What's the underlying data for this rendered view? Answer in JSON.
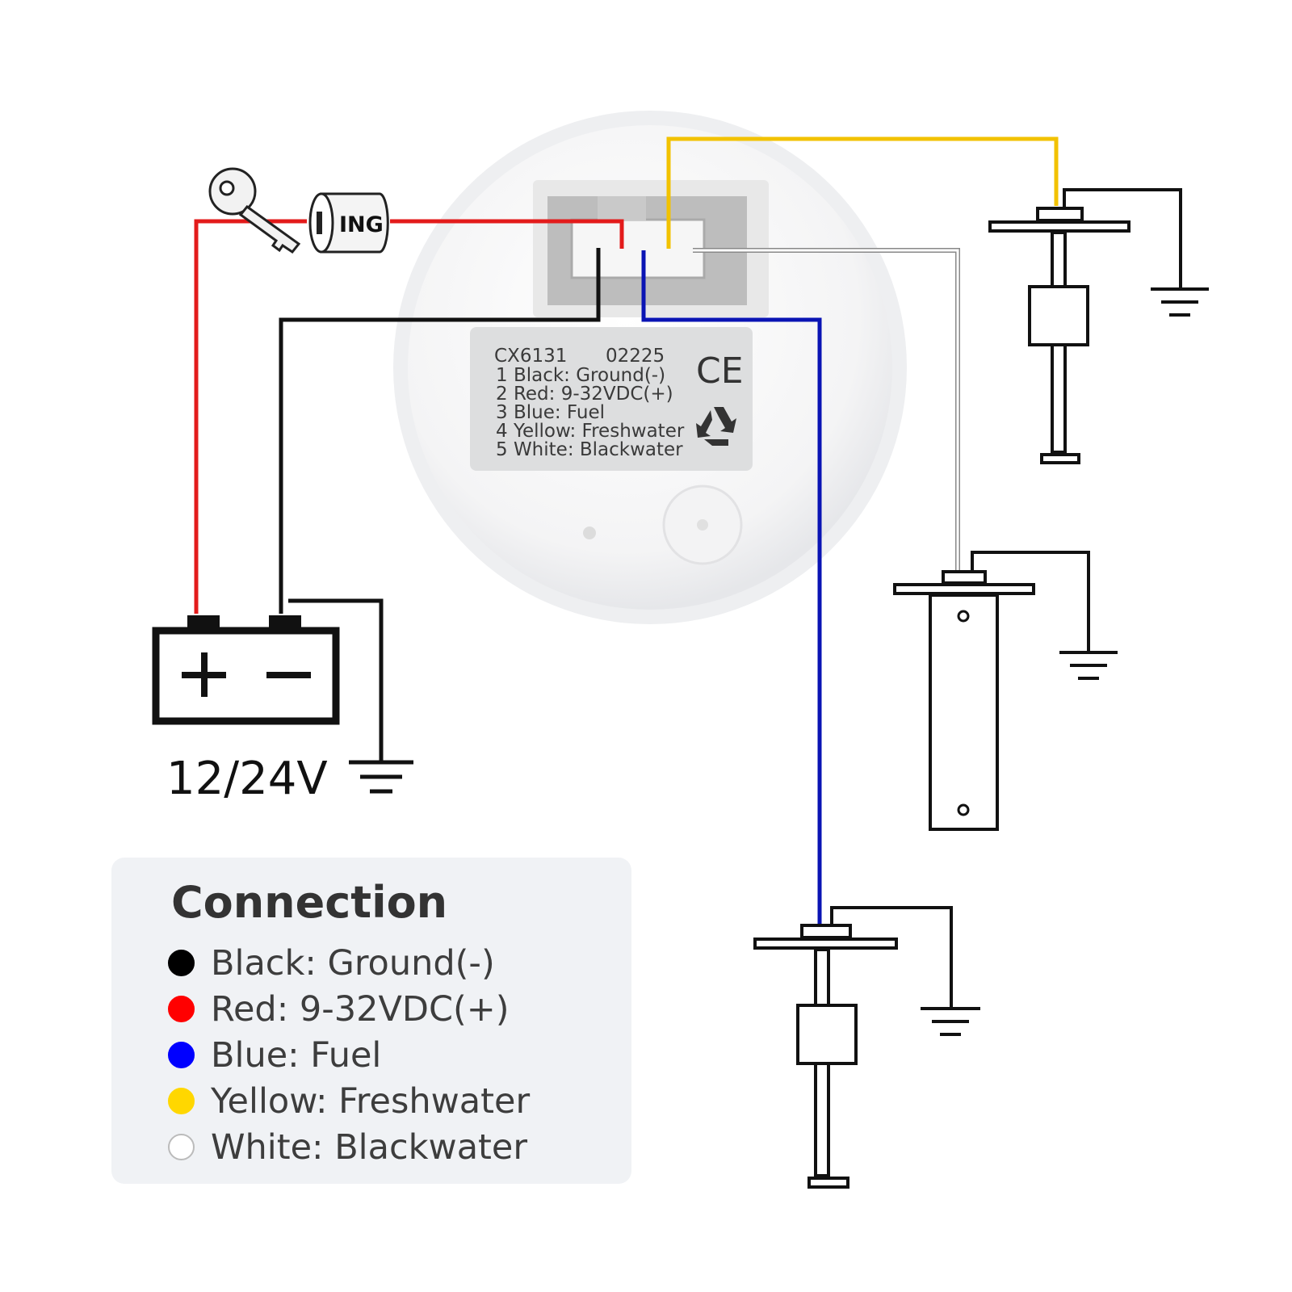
{
  "gauge_label": {
    "model": "CX6131",
    "code": "02225",
    "lines": [
      "1 Black: Ground(-)",
      "2 Red: 9-32VDC(+)",
      "3 Blue: Fuel",
      "4 Yellow: Freshwater",
      "5 White: Blackwater"
    ],
    "ce_mark": "CE",
    "recycle_icon": "recycle-icon"
  },
  "ignition": {
    "label": "ING",
    "key_icon": "key-icon"
  },
  "battery": {
    "voltage": "12/24V",
    "plus_symbol": "+",
    "minus_symbol": "−"
  },
  "legend": {
    "title": "Connection",
    "items": [
      {
        "color": "#000000",
        "border": "#000000",
        "text": "Black: Ground(-)"
      },
      {
        "color": "#ff0000",
        "border": "#ff0000",
        "text": "Red: 9-32VDC(+)"
      },
      {
        "color": "#0000ff",
        "border": "#0000ff",
        "text": "Blue: Fuel"
      },
      {
        "color": "#ffd700",
        "border": "#ffd700",
        "text": "Yellow: Freshwater"
      },
      {
        "color": "#ffffff",
        "border": "#bbbbbb",
        "text": "White: Blackwater"
      }
    ]
  },
  "wire_colors": {
    "ground": "#000000",
    "power": "#e31b1b",
    "fuel": "#0a14b4",
    "freshwater": "#f2c200",
    "blackwater": "#ffffff"
  }
}
